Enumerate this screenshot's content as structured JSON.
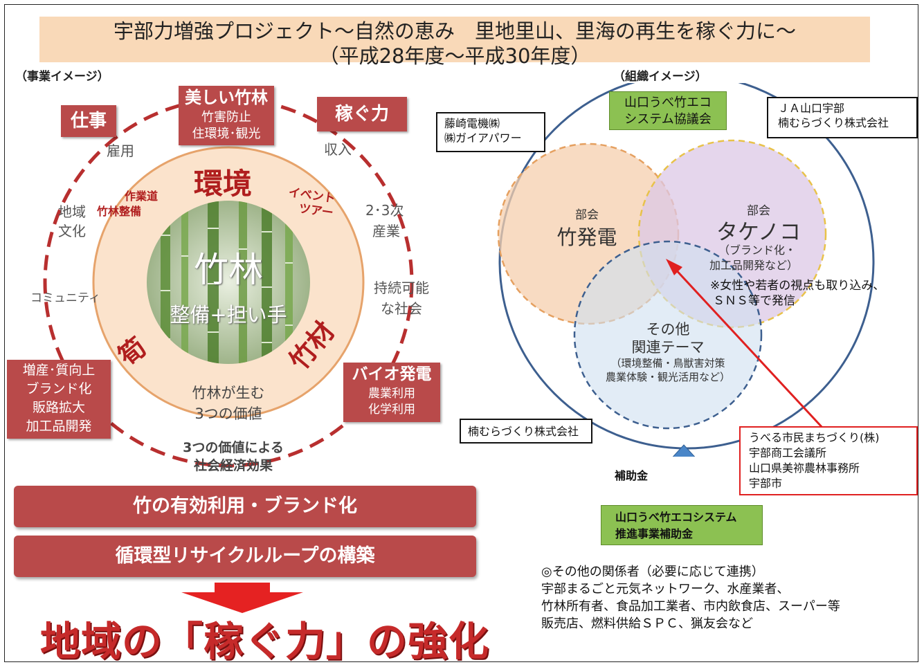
{
  "title": {
    "line1": "宇部力増強プロジェクト〜自然の恵み　里地里山、里海の再生を稼ぐ力に〜",
    "line2": "（平成28年度〜平成30年度）"
  },
  "left": {
    "section_label": "（事業イメージ）",
    "boxes": {
      "shigoto": "仕事",
      "bamboo_main": "美しい竹林",
      "bamboo_sub1": "竹害防止",
      "bamboo_sub2": "住環境･観光",
      "kasegu": "稼ぐ力",
      "left_box": [
        "増産･質向上",
        "ブランド化",
        "販路拡大",
        "加工品開発"
      ],
      "bio_main": "バイオ発電",
      "bio_sub1": "農業利用",
      "bio_sub2": "化学利用"
    },
    "outer_labels": {
      "koyou": "雇用",
      "shunyu": "収入",
      "chiiki_bunka": [
        "地域",
        "文化"
      ],
      "community": "コミュニティ",
      "sangyou": [
        "2･3次",
        "産業"
      ],
      "jizoku": [
        "持続可能",
        "な社会"
      ],
      "effect": [
        "3つの価値による",
        "社会経済効果"
      ]
    },
    "ring_labels": {
      "kankyo": "環境",
      "sagyoudou": "作業道",
      "chikurin_seibi": "竹林整備",
      "event": "イベント",
      "tour": "ツアー",
      "takenoko": "筍",
      "chikuzai": "竹材",
      "value_line1": "竹林が生む",
      "value_line2": "3つの価値"
    },
    "center": {
      "main": "竹林",
      "sub": "整備+担い手"
    },
    "banners": [
      "竹の有効利用・ブランド化",
      "循環型リサイクルループの構築"
    ],
    "result": "地域の「稼ぐ力」の強化"
  },
  "right": {
    "section_label": "（組織イメージ）",
    "council": [
      "山口うべ竹エコ",
      "システム協議会"
    ],
    "company_top_left": [
      "藤崎電機㈱",
      "㈱ガイアパワー"
    ],
    "company_top_right": [
      "ＪＡ山口宇部",
      "楠むらづくり株式会社"
    ],
    "company_bottom_left": "楠むらづくり株式会社",
    "circle_bamboo": {
      "small": "部会",
      "main": "竹発電"
    },
    "circle_takenoko": {
      "small": "部会",
      "main": "タケノコ",
      "sub1": "（ブランド化・",
      "sub2": "加工品開発など）"
    },
    "note": [
      "※女性や若者の視点も取り込み、",
      "ＳＮＳ等で発信"
    ],
    "circle_other": {
      "main1": "その他",
      "main2": "関連テーマ",
      "sub1": "（環境整備・鳥獣害対策",
      "sub2": "農業体験・観光活用など）"
    },
    "supporters": [
      "うべる市民まちづくり(株)",
      "宇部商工会議所",
      "山口県美祢農林事務所",
      "宇部市"
    ],
    "subsidy_label": "補助金",
    "subsidy_box": [
      "山口うべ竹エコシステム",
      "推進事業補助金"
    ],
    "others": [
      "◎その他の関係者（必要に応じて連携）",
      "宇部まるごと元気ネットワーク、水産業者、",
      "竹林所有者、食品加工業者、市内飲食店、スーパー等",
      "販売店、燃料供給ＳＰＣ、猟友会など"
    ]
  },
  "colors": {
    "title_band": "#f9d9b8",
    "dark_red": "#b94a4a",
    "ring_fill": "#fbe3cc",
    "circle_orange": "#f6cfae",
    "circle_purple": "#dcc8e6",
    "circle_blue": "#cfe0f0",
    "council_green": "#8cc152",
    "arrow_blue": "#4a86c8",
    "arrow_red": "#e02020"
  }
}
